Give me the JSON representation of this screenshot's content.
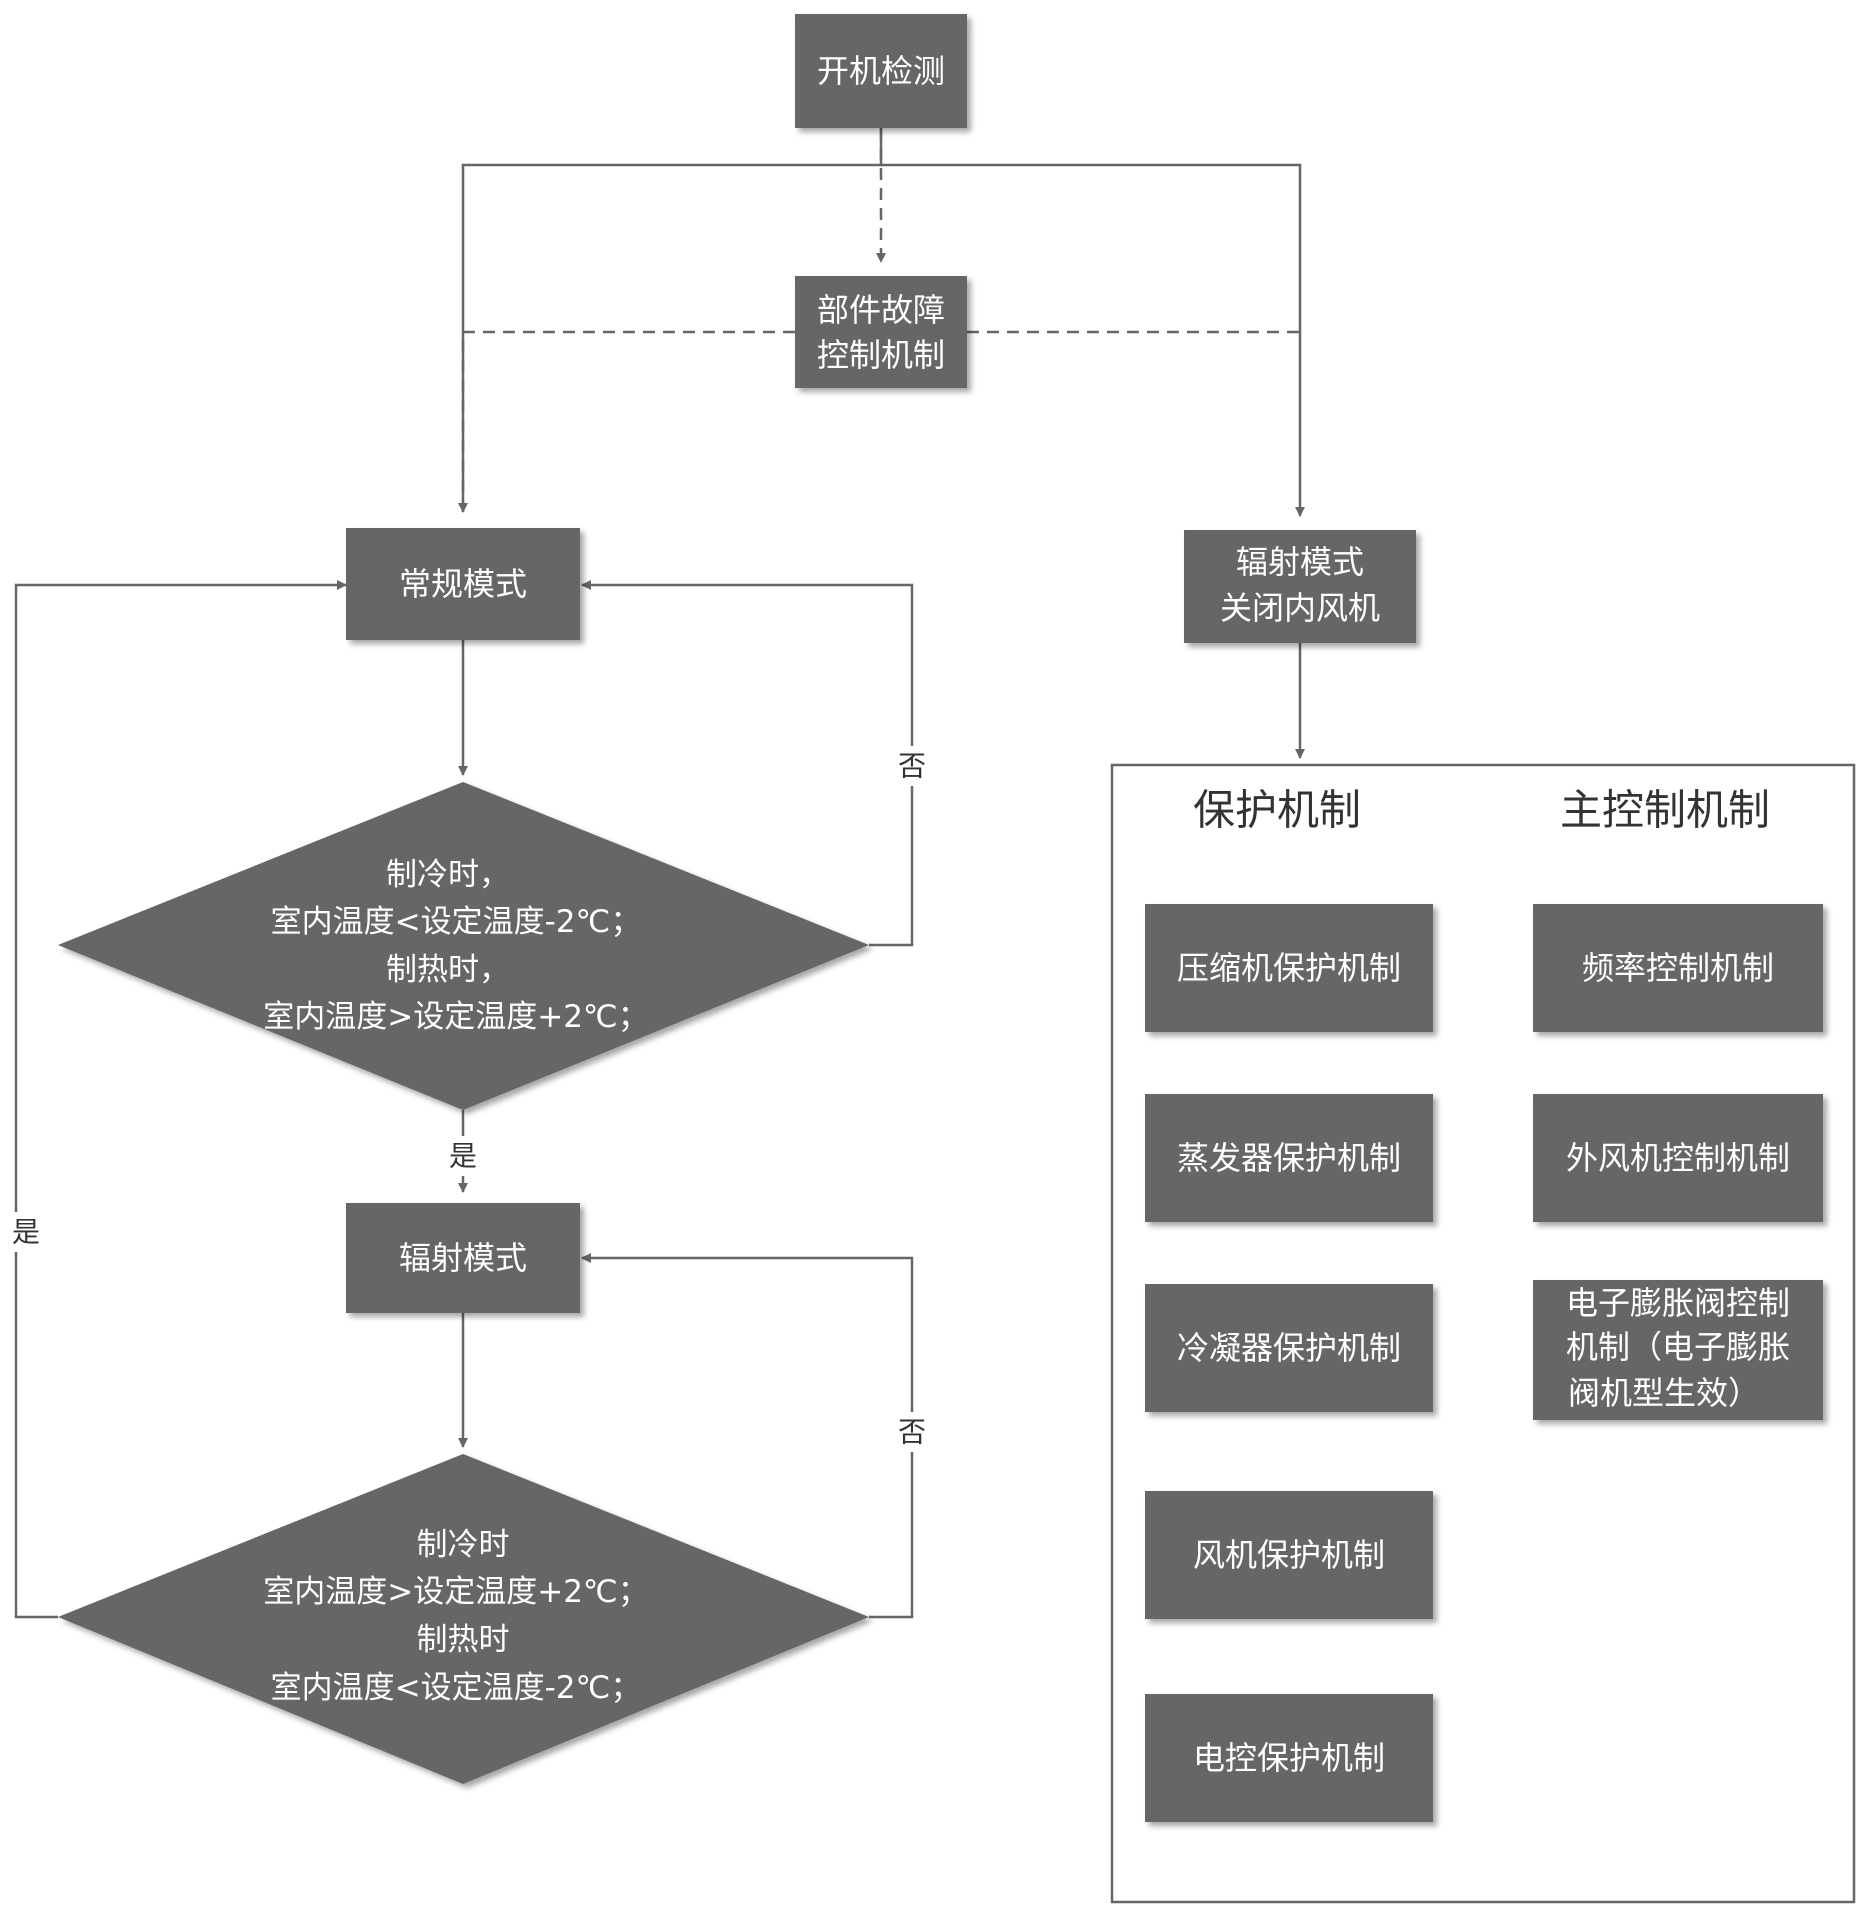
{
  "nodes": {
    "startup": "开机检测",
    "fault": [
      "部件故障",
      "控制机制"
    ],
    "normal": "常规模式",
    "radiation_right": [
      "辐射模式",
      "关闭内风机"
    ],
    "decision1": [
      "制冷时，",
      "室内温度<设定温度-2℃；",
      "制热时，",
      "室内温度>设定温度+2℃；"
    ],
    "radiation_left": "辐射模式",
    "decision2": [
      "制冷时",
      "室内温度>设定温度+2℃；",
      "制热时",
      "室内温度<设定温度-2℃；"
    ]
  },
  "edge_labels": {
    "d1_no": "否",
    "d1_yes": "是",
    "d2_no": "否",
    "d2_yes": "是"
  },
  "mechanisms": {
    "protection_title": "保护机制",
    "main_control_title": "主控制机制",
    "protection": [
      "压缩机保护机制",
      "蒸发器保护机制",
      "冷凝器保护机制",
      "风机保护机制",
      "电控保护机制"
    ],
    "main_control": [
      [
        "频率控制机制"
      ],
      [
        "外风机控制机制"
      ],
      [
        "电子膨胀阀控制",
        "机制（电子膨胀",
        "阀机型生效）"
      ]
    ]
  }
}
